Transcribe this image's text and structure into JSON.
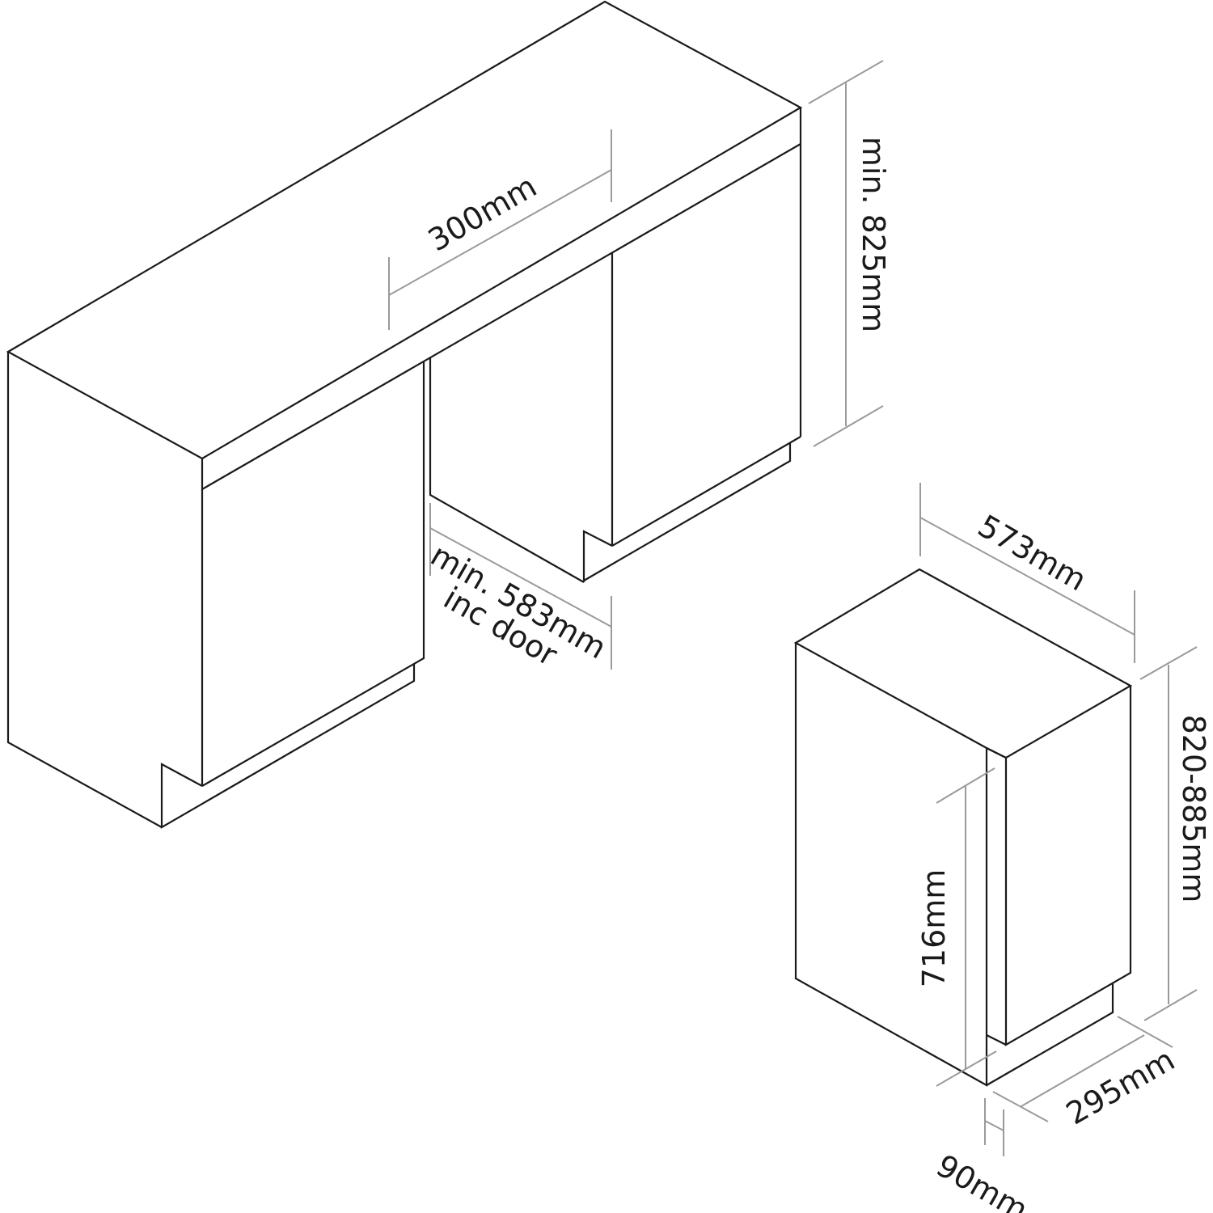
{
  "labels": {
    "gap_width": "300mm",
    "cabinet_height": "min. 825mm",
    "cabinet_depth_line1": "min. 583mm",
    "cabinet_depth_line2": "inc door",
    "appliance_depth": "573mm",
    "appliance_height": "820-885mm",
    "door_height": "716mm",
    "door_width": "295mm",
    "plinth_height": "90mm"
  },
  "colors": {
    "outline": "#1a1a1a",
    "dimension": "#9a9a9a"
  }
}
